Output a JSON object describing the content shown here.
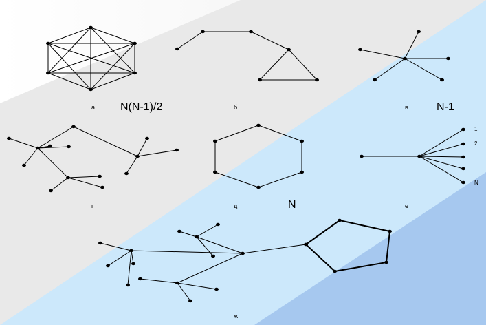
{
  "labels": {
    "a": "а",
    "b": "б",
    "v": "в",
    "g": "г",
    "d": "д",
    "e": "е",
    "zh": "ж"
  },
  "formulas": {
    "complete": "N(N-1)/2",
    "star": "N-1",
    "cycle": "N"
  },
  "fan_numbers": [
    "1",
    "2",
    "N"
  ],
  "colors": {
    "light_gray": "#ffffff",
    "mid_gray": "#e8e8e8",
    "light_blue": "#cce8fb",
    "dark_blue": "#a6c8ef",
    "ink": "#000000"
  }
}
